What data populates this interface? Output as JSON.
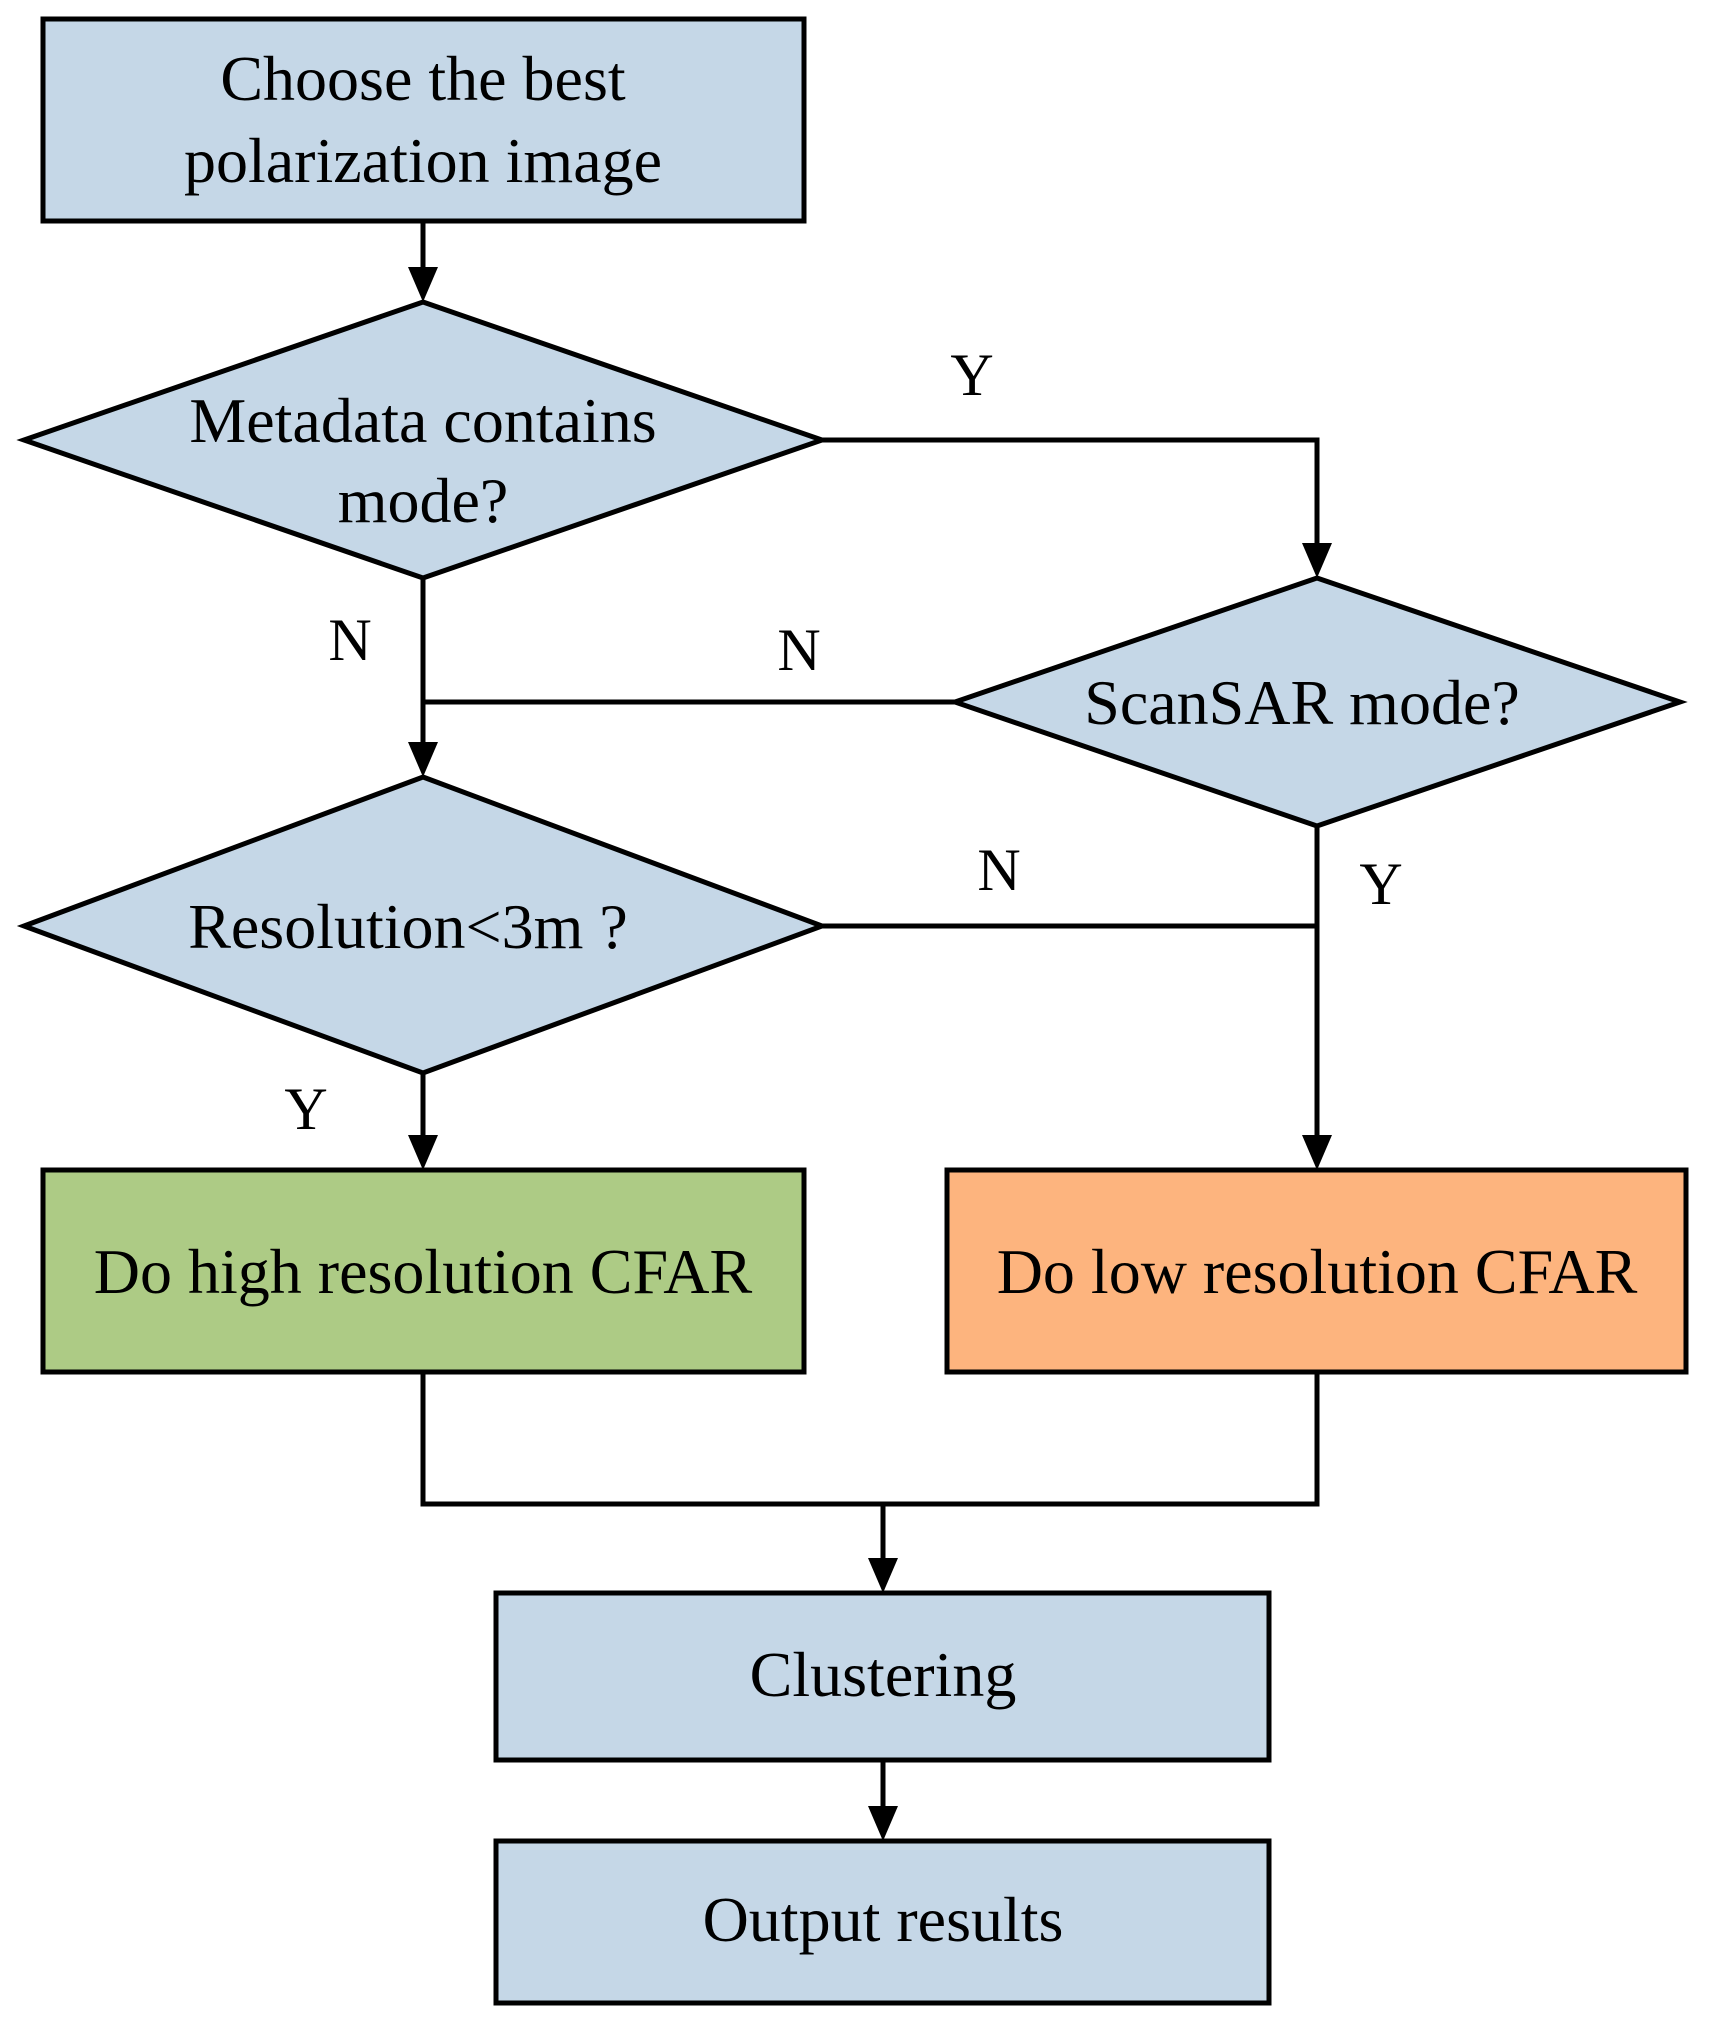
{
  "colors": {
    "process_fill": "#c5d7e7",
    "decision_fill": "#c5d7e7",
    "high_res_fill": "#adcb85",
    "low_res_fill": "#fdb47e",
    "stroke": "#000000"
  },
  "nodes": {
    "choose_image": {
      "line1": "Choose the best",
      "line2": "polarization image"
    },
    "metadata_decision": {
      "line1": "Metadata contains",
      "line2": "mode?"
    },
    "scansar_decision": {
      "text": "ScanSAR mode?"
    },
    "resolution_decision": {
      "text": "Resolution<3m ?"
    },
    "high_res_cfar": {
      "text": "Do high resolution CFAR"
    },
    "low_res_cfar": {
      "text": "Do low resolution CFAR"
    },
    "clustering": {
      "text": "Clustering"
    },
    "output_results": {
      "text": "Output results"
    }
  },
  "edge_labels": {
    "metadata_yes": "Y",
    "metadata_no": "N",
    "scansar_no": "N",
    "scansar_yes": "Y",
    "resolution_no": "N",
    "resolution_yes": "Y"
  }
}
